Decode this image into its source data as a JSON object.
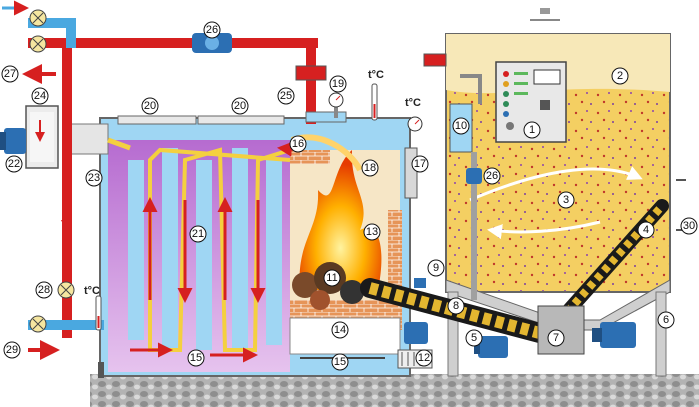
{
  "labels": {
    "temp_label": "t°C",
    "callouts": [
      "1",
      "2",
      "3",
      "4",
      "5",
      "6",
      "7",
      "8",
      "9",
      "10",
      "11",
      "12",
      "13",
      "14",
      "15",
      "16",
      "17",
      "18",
      "19",
      "20",
      "21",
      "22",
      "23",
      "24",
      "25",
      "26",
      "27",
      "28",
      "29",
      "30"
    ]
  },
  "colors": {
    "hot_pipe": "#d62020",
    "cold_pipe": "#4aa8e0",
    "water": "#9fd6f3",
    "fuel": "#f1c04a",
    "steel": "#c7c7c7",
    "ground": "#9a9a9a",
    "fire": "#ff7a00",
    "flue": "#c585d6",
    "auger": "#e3b630"
  }
}
